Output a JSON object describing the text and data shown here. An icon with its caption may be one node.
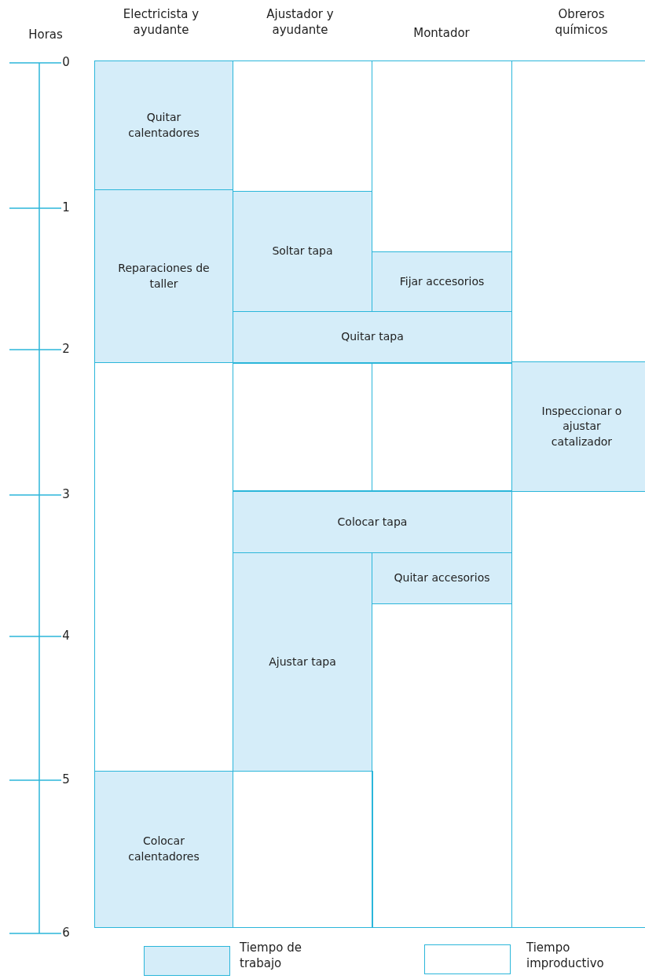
{
  "diagram": {
    "nodes": [
      {
        "text": [
          "Quitar calentadores"
        ]
      },
      {
        "text": [],
        "shape": "box"
      },
      {
        "text": [],
        "shape": "box"
      },
      {
        "text": [],
        "shape": "box"
      },
      {
        "text": [
          "Reparaciones de taller"
        ]
      },
      {
        "text": [
          "Soltar tapa"
        ]
      },
      {
        "text": [
          "Fijar accesorios"
        ]
      },
      {
        "text": [
          "Quitar tapa"
        ]
      },
      {
        "text": [],
        "shape": "box"
      },
      {
        "text": [],
        "shape": "box"
      },
      {
        "text": [],
        "shape": "box"
      },
      {
        "text": [
          "Inspeccionar o ajustar catalizador"
        ]
      },
      {
        "text": [
          "Colocar tapa"
        ]
      },
      {
        "text": [],
        "shape": "box"
      },
      {
        "text": [
          "Ajustar tapa"
        ]
      },
      {
        "text": [
          "Quitar accesorios"
        ]
      },
      {
        "text": [],
        "shape": "box"
      },
      {
        "text": [
          "Colocar calentadores"
        ]
      },
      {
        "text": [],
        "shape": "box"
      }
    ],
    "labels": [
      "Horas",
      "Electricista y ayudante",
      "Ajustador y ayudante",
      "Montador",
      "Obreros químicos",
      "0",
      "1",
      "2",
      "3",
      "4",
      "5",
      "6"
    ],
    "legend": [
      {
        "text": "Tiempo de trabajo",
        "color": "#d5edf9"
      },
      {
        "text": "Tiempo improductivo",
        "color": "#ffffff"
      }
    ]
  }
}
